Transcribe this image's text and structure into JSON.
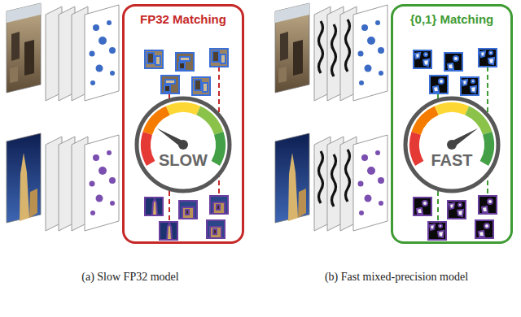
{
  "diagram": {
    "nodes": [
      {
        "text": [
          "FP32 Matching"
        ]
      },
      {
        "text": [
          "SLOW"
        ],
        "in": 0
      },
      {
        "text": [
          "{0,1} Matching"
        ]
      },
      {
        "text": [
          "FAST"
        ],
        "in": 2
      }
    ],
    "labels": [
      "(a) Slow FP32 model",
      "(b) Fast mixed-precision model"
    ]
  }
}
